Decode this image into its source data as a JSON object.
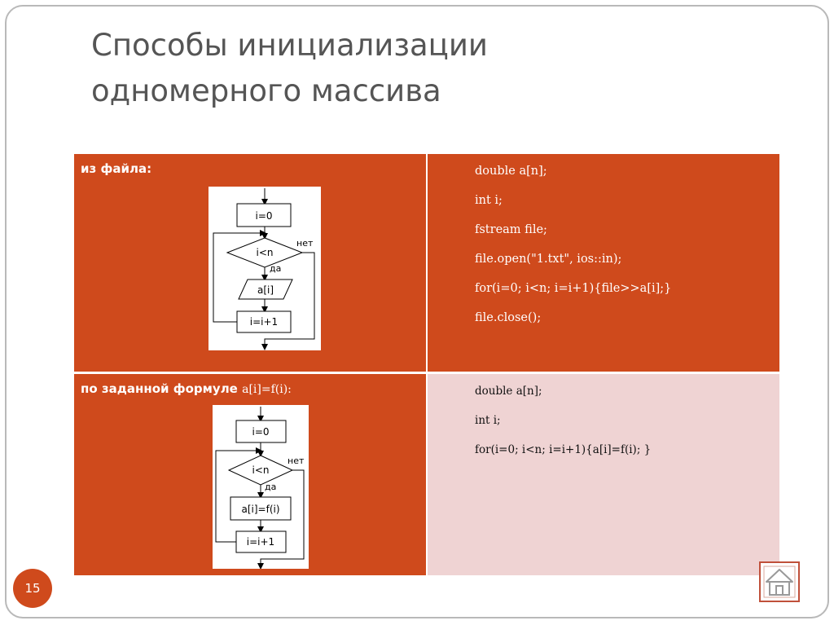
{
  "slide": {
    "title_line1": "Способы инициализации",
    "title_line2": "одномерного массива",
    "page_number": "15"
  },
  "row1": {
    "label": "из файла:",
    "code": [
      "double a[n];",
      "int i;",
      "fstream file;",
      "file.open(\"1.txt\", ios::in);",
      "for(i=0; i<n; i=i+1){file>>a[i];}",
      "file.close();"
    ],
    "flowchart": {
      "init": "i=0",
      "condition": "i<n",
      "no": "нет",
      "yes": "да",
      "action": "a[i]",
      "step": "i=i+1"
    }
  },
  "row2": {
    "label": "по заданной формуле",
    "label_formula": "a[i]=f(i):",
    "code": [
      "double a[n];",
      "int i;",
      "for(i=0; i<n; i=i+1){a[i]=f(i); }"
    ],
    "flowchart": {
      "init": "i=0",
      "condition": "i<n",
      "no": "нет",
      "yes": "да",
      "action": "a[i]=f(i)",
      "step": "i=i+1"
    }
  },
  "colors": {
    "accent": "#cf4a1c",
    "light_cell": "#efd3d3",
    "title": "#555555"
  },
  "icons": {
    "home": "home-icon"
  }
}
